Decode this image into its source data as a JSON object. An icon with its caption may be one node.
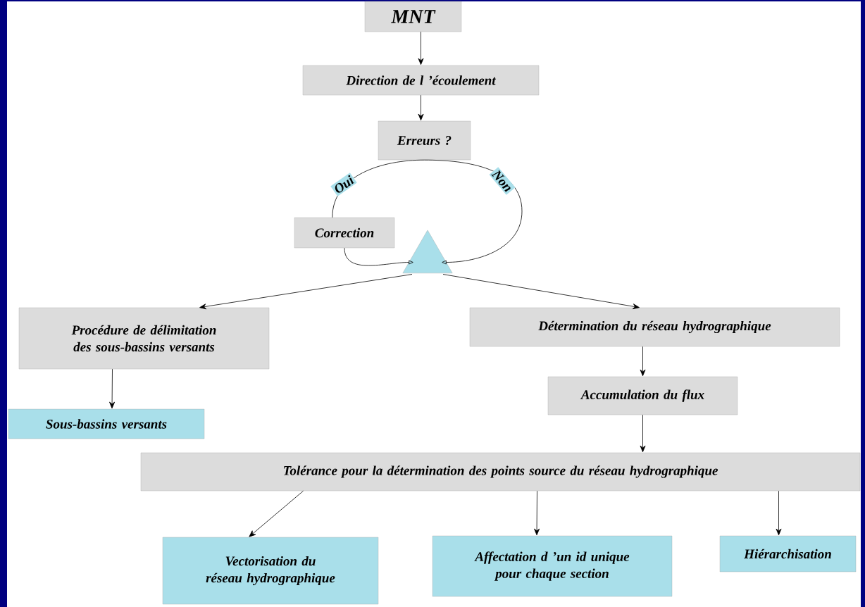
{
  "diagram": {
    "nodes": [
      {
        "text": [
          "MNT"
        ]
      },
      {
        "text": [
          "Direction de l ’écoulement"
        ]
      },
      {
        "text": [
          "Erreurs ?"
        ]
      },
      {
        "text": [
          "Correction"
        ]
      },
      {
        "text": [],
        "shape": "triangle"
      },
      {
        "text": [
          "Procédure de délimitation des sous-bassins versants"
        ]
      },
      {
        "text": [
          "Détermination du réseau hydrographique"
        ]
      },
      {
        "text": [
          "Accumulation du flux"
        ]
      },
      {
        "text": [
          "Sous-bassins versants"
        ]
      },
      {
        "text": [
          "Tolérance pour la détermination des points source du réseau hydrographique"
        ]
      },
      {
        "text": [
          "Vectorisation du réseau hydrographique"
        ]
      },
      {
        "text": [
          "Affectation d ’un id unique pour chaque section"
        ]
      },
      {
        "text": [
          "Hiérarchisation"
        ]
      }
    ],
    "edges": [
      {
        "from": 0,
        "to": 1,
        "arrow": "to"
      },
      {
        "from": 1,
        "to": 2,
        "arrow": "to"
      },
      {
        "from": 2,
        "to": 3,
        "arrow": "none",
        "label": "Oui"
      },
      {
        "from": 3,
        "to": 4,
        "arrow": "to"
      },
      {
        "from": 2,
        "to": 4,
        "arrow": "to",
        "label": "Non"
      },
      {
        "from": 4,
        "to": 5,
        "arrow": "to"
      },
      {
        "from": 4,
        "to": 6,
        "arrow": "to"
      },
      {
        "from": 6,
        "to": 7,
        "arrow": "to"
      },
      {
        "from": 5,
        "to": 8,
        "arrow": "to"
      },
      {
        "from": 7,
        "to": 9,
        "arrow": "to"
      },
      {
        "from": 9,
        "to": 10,
        "arrow": "to"
      },
      {
        "from": 9,
        "to": 11,
        "arrow": "to"
      },
      {
        "from": 9,
        "to": 12,
        "arrow": "to"
      }
    ]
  }
}
